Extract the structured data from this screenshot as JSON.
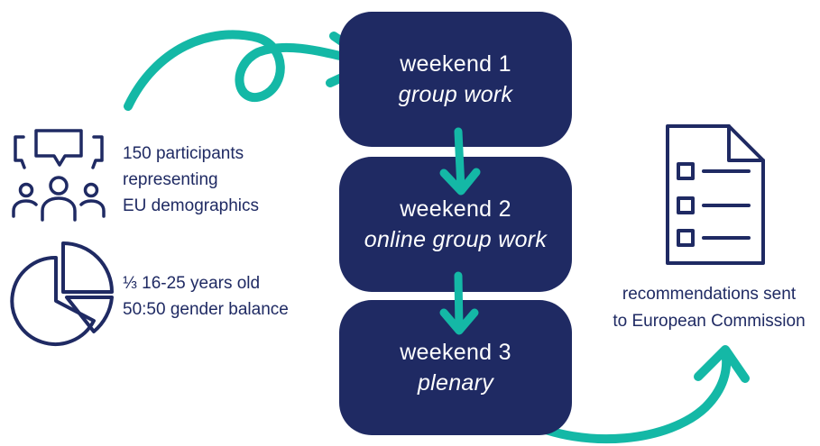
{
  "colors": {
    "box_fill": "#1f2a63",
    "box_text": "#ffffff",
    "arrow": "#14b8a6",
    "icon_stroke": "#1f2a63",
    "text": "#1f2a63"
  },
  "steps": [
    {
      "title": "weekend 1",
      "subtitle": "group work"
    },
    {
      "title": "weekend 2",
      "subtitle": "online group work"
    },
    {
      "title": "weekend 3",
      "subtitle": "plenary"
    }
  ],
  "participants": {
    "icon": "people-discussion-icon",
    "lines": [
      "150 participants",
      "representing",
      "EU demographics"
    ]
  },
  "demographics": {
    "icon": "pie-chart-icon",
    "lines": [
      "⅓ 16-25 years old",
      "50:50 gender balance"
    ]
  },
  "outcome": {
    "icon": "document-checklist-icon",
    "lines": [
      "recommendations sent",
      "to European Commission"
    ]
  }
}
